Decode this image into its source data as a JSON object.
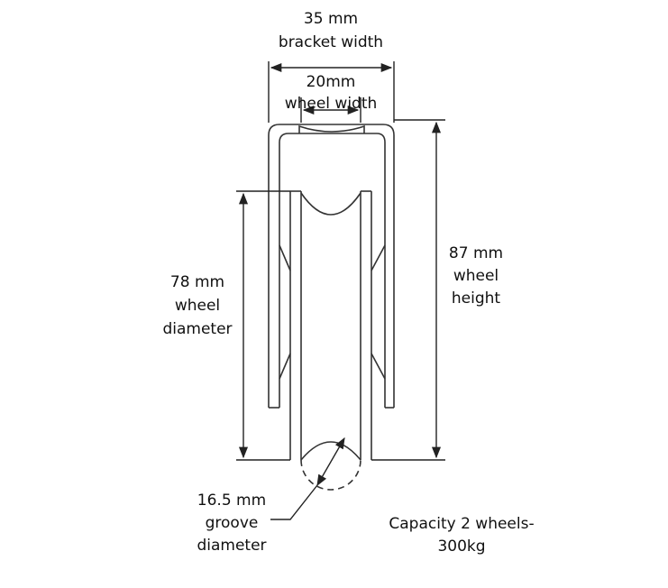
{
  "labels": {
    "bracket_width": [
      "35 mm",
      "bracket width"
    ],
    "wheel_width": [
      "20mm",
      "wheel width"
    ],
    "wheel_height": [
      "87 mm",
      "wheel",
      "height"
    ],
    "wheel_diameter": [
      "78 mm",
      "wheel",
      "diameter"
    ],
    "groove_diameter": [
      "16.5 mm",
      "groove",
      "diameter"
    ],
    "capacity": [
      "Capacity 2 wheels-",
      "300kg"
    ]
  },
  "colors": {
    "line": "#333333",
    "text": "#111111"
  }
}
